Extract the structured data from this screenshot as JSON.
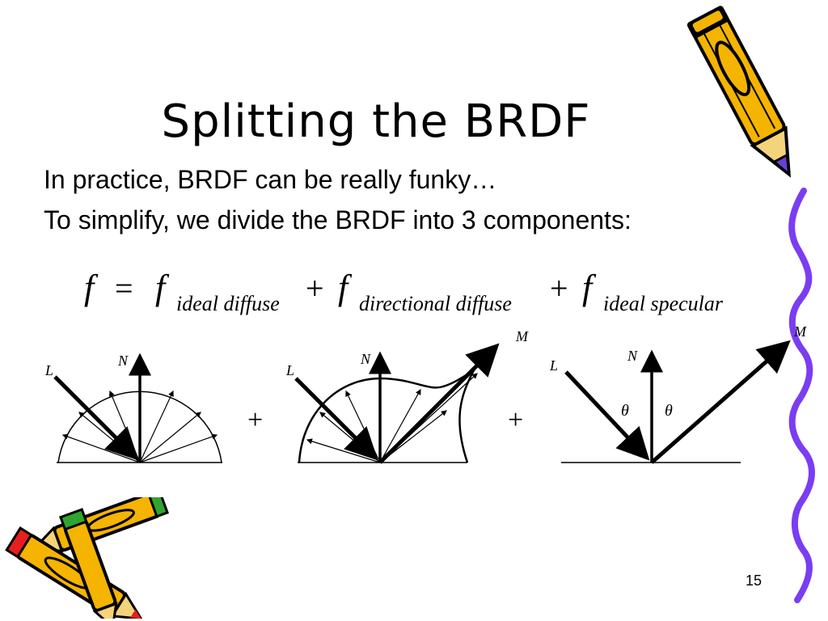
{
  "slide": {
    "title": "Splitting the BRDF",
    "body_lines": [
      "In practice, BRDF can be really funky…",
      "To simplify, we divide the BRDF into 3 components:"
    ],
    "equation": {
      "lhs": "f",
      "equals": "=",
      "plus": "+",
      "terms": [
        {
          "symbol": "f",
          "subscript": "ideal diffuse"
        },
        {
          "symbol": "f",
          "subscript": "directional diffuse"
        },
        {
          "symbol": "f",
          "subscript": "ideal specular"
        }
      ]
    },
    "diagrams": {
      "plus_symbol": "+",
      "labels": {
        "light": "L",
        "normal": "N",
        "mirror": "M",
        "angle": "θ"
      }
    },
    "page_number": "15",
    "colors": {
      "pencil_body": "#f4b400",
      "pencil_outline": "#000000",
      "pencil_accent": "#6a3fd9",
      "squiggle": "#7a3df2",
      "eraser_red": "#e81f1f",
      "eraser_green": "#2fa52f"
    }
  }
}
